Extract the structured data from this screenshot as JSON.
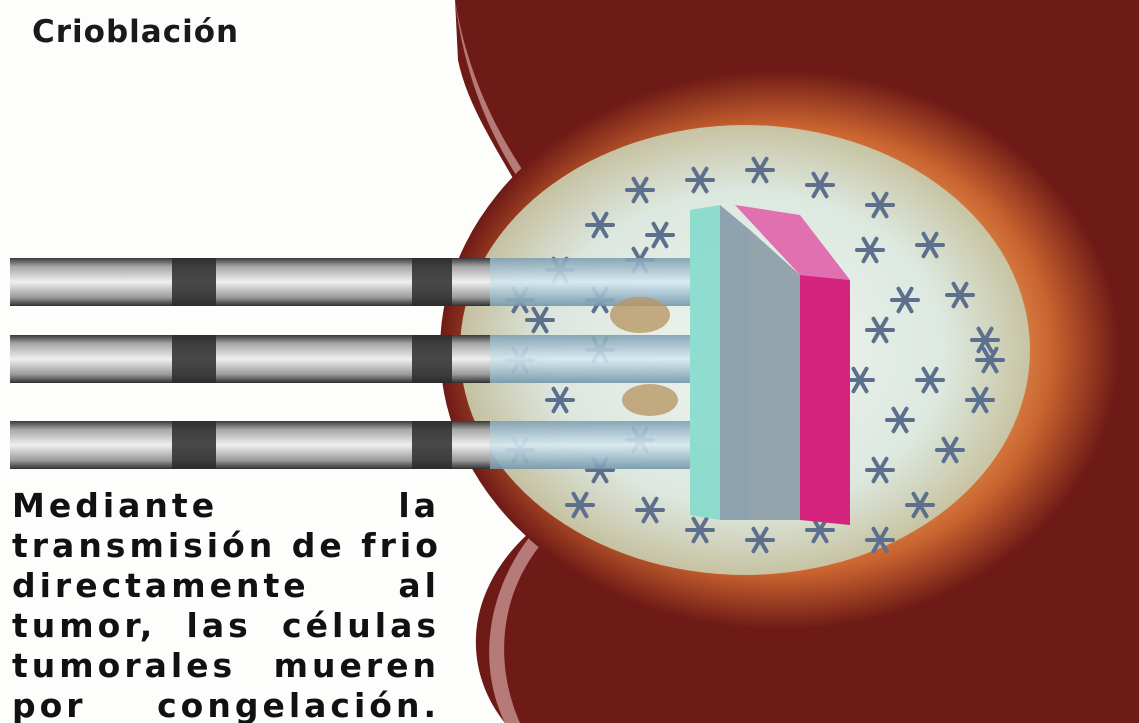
{
  "diagram": {
    "title": "Crioblación",
    "description_lines": [
      "Mediante la",
      "transmisión de frio",
      "directamente al",
      "tumor, las células",
      "tumorales mueren",
      "por congelación."
    ],
    "colors": {
      "tissue_dark": "#6e1a16",
      "tissue_glow": "#e9a15a",
      "ice_zone": "#cfe6e4",
      "probe_light": "#b6cfdc",
      "plate_gray": "#8ea2b0",
      "plate_magenta": "#d4247e",
      "frost": "#5c6f8c"
    }
  }
}
